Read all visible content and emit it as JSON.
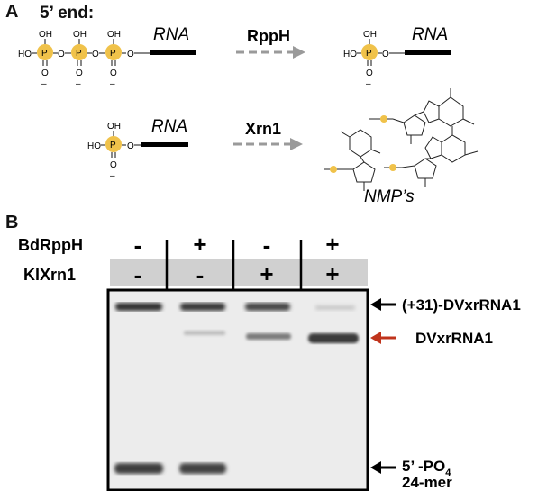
{
  "panel_a": {
    "letter": "A",
    "five_prime_label": "5’ end:",
    "rna_label": "RNA",
    "enzyme_rpph": "RppH",
    "enzyme_xrn1": "Xrn1",
    "products_label": "NMP’s",
    "phosphate": {
      "oh": "OH",
      "p": "P",
      "o": "O",
      "ho": "HO",
      "minus": "–"
    }
  },
  "panel_b": {
    "letter": "B",
    "row1_label": "BdRppH",
    "row2_label": "KlXrn1",
    "lanes": [
      {
        "rpph": "-",
        "xrn1": "-"
      },
      {
        "rpph": "+",
        "xrn1": "-"
      },
      {
        "rpph": "-",
        "xrn1": "+"
      },
      {
        "rpph": "+",
        "xrn1": "+"
      }
    ],
    "band_labels": {
      "top": "(+31)-DVxrRNA1",
      "middle": "DVxrRNA1",
      "bottom_line1": "5’ -PO",
      "bottom_sub": "4",
      "bottom_line2": "24-mer"
    }
  },
  "colors": {
    "phosphate_circle": "#f0c24a",
    "red_arrow": "#c0341c",
    "gray_arrow": "#9a9a9a",
    "header_gray": "#d0d0d0"
  }
}
